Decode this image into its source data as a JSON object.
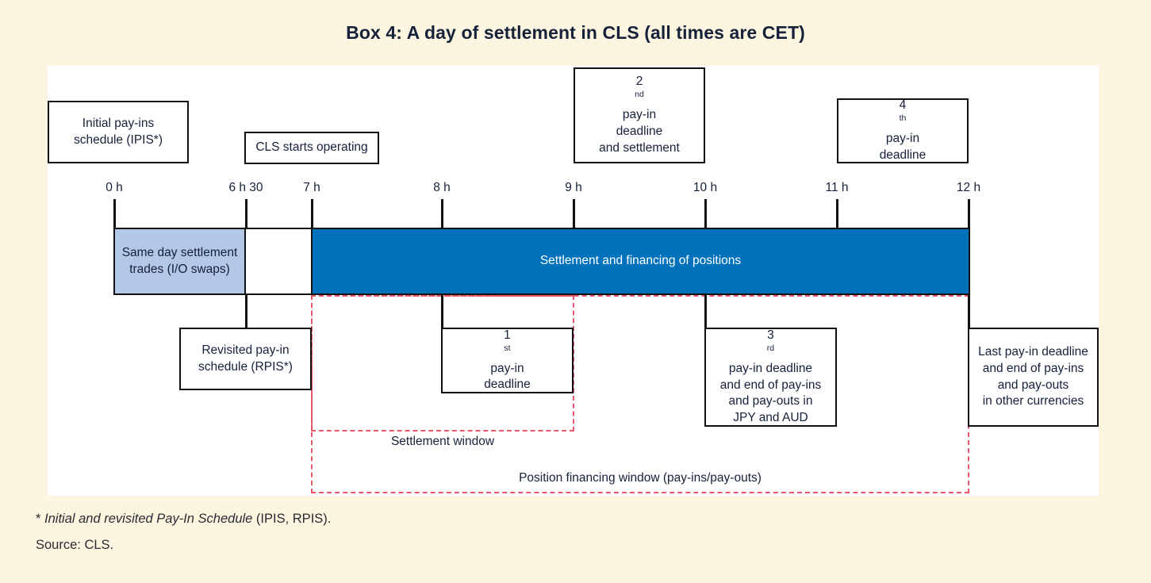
{
  "title": "Box 4: A day of settlement in CLS (all times are CET)",
  "colors": {
    "background": "#fdf5e0",
    "panel": "#ffffff",
    "bar_dark": "#0072bc",
    "bar_light": "#b3c7e6",
    "dashed": "#e8566b",
    "stroke": "#111111"
  },
  "axis": {
    "ticks": [
      {
        "label": "0 h",
        "hour": 0
      },
      {
        "label": "6 h 30",
        "hour": 6.5
      },
      {
        "label": "7 h",
        "hour": 7
      },
      {
        "label": "8 h",
        "hour": 8
      },
      {
        "label": "9 h",
        "hour": 9
      },
      {
        "label": "10 h",
        "hour": 10
      },
      {
        "label": "11 h",
        "hour": 11
      },
      {
        "label": "12 h",
        "hour": 12
      }
    ]
  },
  "bars": [
    {
      "id": "same-day-settlement",
      "line1": "Same day settlement",
      "line2": "trades (I/O swaps)",
      "from": "0 h",
      "to": "6 h 30",
      "fill": "#b3c7e6"
    },
    {
      "id": "settlement-financing",
      "label": "Settlement and financing of positions",
      "from": "7 h",
      "to": "12 h",
      "fill": "#0072bc"
    }
  ],
  "boxes_above": [
    {
      "id": "initial-pay-ins-schedule",
      "line1": "Initial pay-ins",
      "line2": "schedule (IPIS*)",
      "anchor": "0 h"
    },
    {
      "id": "cls-starts-operating",
      "line1": "CLS starts operating",
      "anchor": "7 h"
    },
    {
      "id": "second-pay-in-deadline",
      "line1_pre": "2",
      "line1_sup": "nd",
      "line1_post": " pay-in",
      "line2": "deadline",
      "line3": "and settlement",
      "anchor": "9 h"
    },
    {
      "id": "fourth-pay-in-deadline",
      "line1_pre": "4",
      "line1_sup": "th",
      "line1_post": " pay-in",
      "line2": "deadline",
      "anchor": "11 h"
    }
  ],
  "boxes_below": [
    {
      "id": "revisited-pay-in-schedule",
      "line1": "Revisited pay-in",
      "line2": "schedule (RPIS*)",
      "anchor": "6 h 30"
    },
    {
      "id": "first-pay-in-deadline",
      "line1_pre": "1",
      "line1_sup": "st",
      "line1_post": " pay-in",
      "line2": "deadline",
      "anchor": "8 h"
    },
    {
      "id": "third-pay-in-deadline",
      "line1_pre": "3",
      "line1_sup": "rd",
      "line1_post": " pay-in deadline",
      "line2": "and end of pay-ins",
      "line3": "and pay-outs in",
      "line4": "JPY and AUD",
      "anchor": "10 h"
    },
    {
      "id": "last-pay-in-deadline",
      "line1": "Last pay-in deadline",
      "line2": "and end of pay-ins",
      "line3": "and pay-outs",
      "line4": "in other currencies",
      "anchor": "12 h"
    }
  ],
  "windows": [
    {
      "id": "settlement-window",
      "label": "Settlement window",
      "from": "7 h",
      "to": "9 h"
    },
    {
      "id": "position-financing-window",
      "label": "Position financing window (pay-ins/pay-outs)",
      "from": "7 h",
      "to": "12 h"
    }
  ],
  "footnotes": {
    "star_italic": "Initial and revisited Pay-In Schedule",
    "star_plain": " (IPIS, RPIS).",
    "star_marker": "* ",
    "source": "Source: CLS."
  }
}
